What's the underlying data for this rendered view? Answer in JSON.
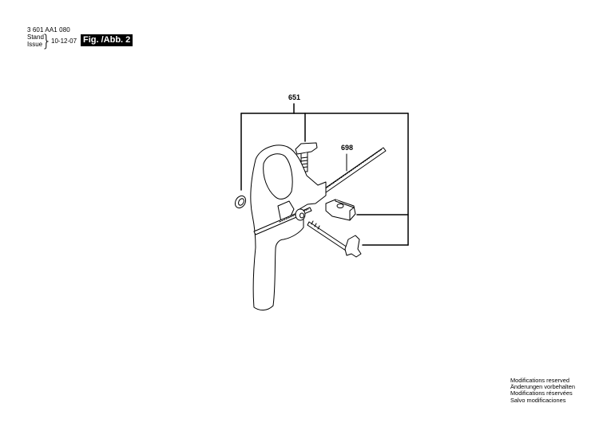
{
  "header": {
    "part_number": "3 601 AA1 080",
    "stand_label": "Stand",
    "issue_label": "Issue",
    "date": "10-12-07",
    "figure_label": "Fig. /Abb. 2"
  },
  "callouts": [
    {
      "id": "651",
      "label": "651"
    },
    {
      "id": "698",
      "label": "698"
    }
  ],
  "footer": {
    "notes": [
      "Modifications reserved",
      "Änderungen vorbehalten",
      "Modifications réservées",
      "Salvo modificaciones"
    ]
  },
  "colors": {
    "line": "#000000",
    "background": "#ffffff",
    "figure_badge_bg": "#000000",
    "figure_badge_text": "#ffffff"
  }
}
